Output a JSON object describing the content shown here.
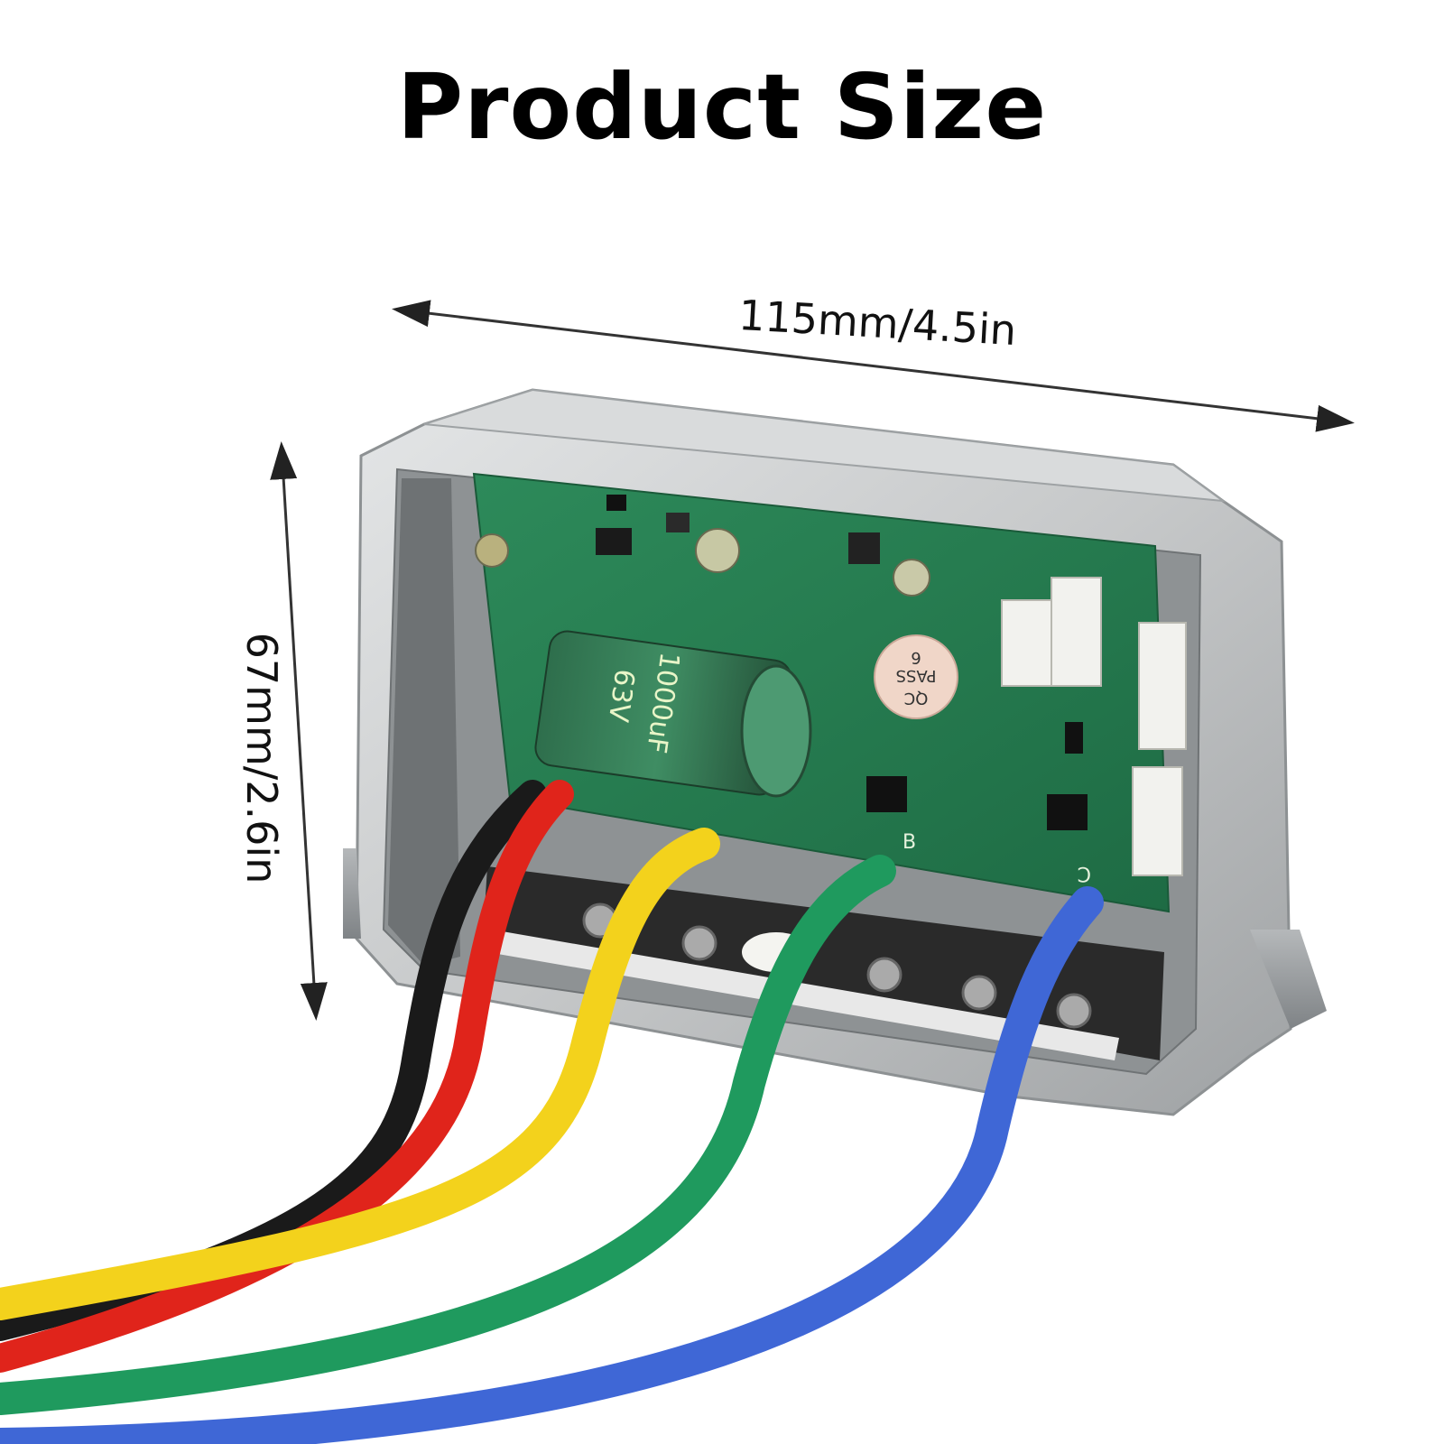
{
  "title": "Product Size",
  "dimensions": {
    "width_label": "115mm/4.5in",
    "height_label": "67mm/2.6in"
  },
  "capacitor": {
    "voltage": "63V",
    "capacitance": "1000uF"
  },
  "qc_sticker": {
    "line1": "QC",
    "line2": "PASS",
    "line3": "6"
  },
  "phase_labels": {
    "b": "B",
    "c": "C"
  },
  "colors": {
    "housing": "#c9cbcc",
    "pcb": "#2f8a5a",
    "wire_black": "#1a1a1a",
    "wire_red": "#e0241b",
    "wire_yellow": "#f3d21c",
    "wire_green": "#1f9a5e",
    "wire_blue": "#3f67d6"
  }
}
